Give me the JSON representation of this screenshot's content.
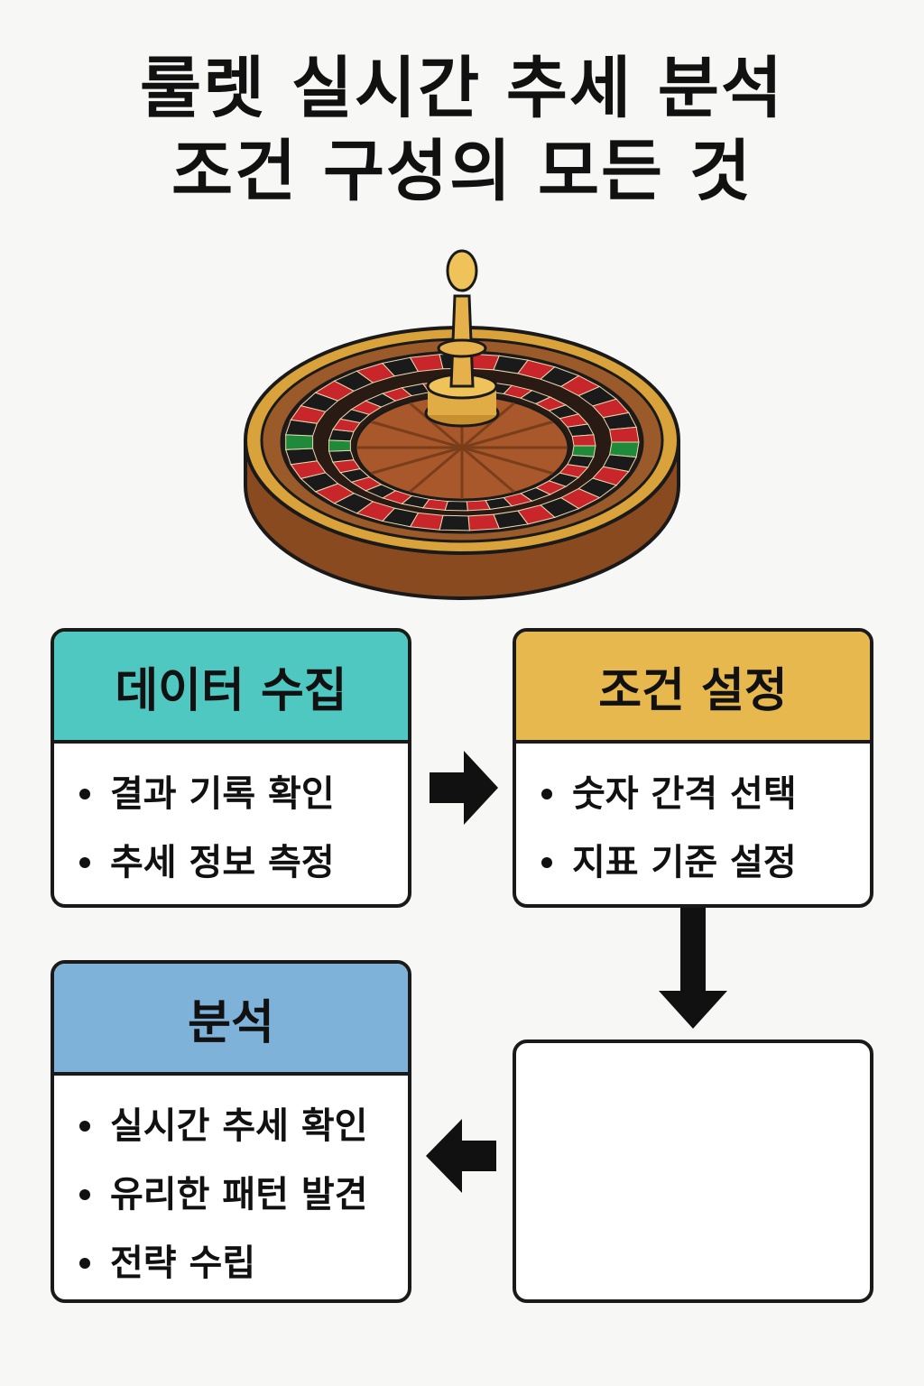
{
  "title": {
    "line1": "룰렛 실시간 추세 분석",
    "line2": "조건 구성의 모든 것"
  },
  "illustration": {
    "icon": "roulette-wheel-icon"
  },
  "steps": {
    "collect": {
      "heading": "데이터 수집",
      "color": "#4ec8c0",
      "items": [
        "결과 기록 확인",
        "추세 정보 측정"
      ]
    },
    "condition": {
      "heading": "조건 설정",
      "color": "#e6b84e",
      "items": [
        "숫자 간격 선택",
        "지표 기준 설정"
      ]
    },
    "analysis": {
      "heading": "분석",
      "color": "#7fb2d8",
      "items": [
        "실시간 추세 확인",
        "유리한 패턴 발견",
        "전략 수립"
      ]
    }
  },
  "arrows": [
    "arrow-right-icon",
    "arrow-down-icon",
    "arrow-left-icon"
  ]
}
